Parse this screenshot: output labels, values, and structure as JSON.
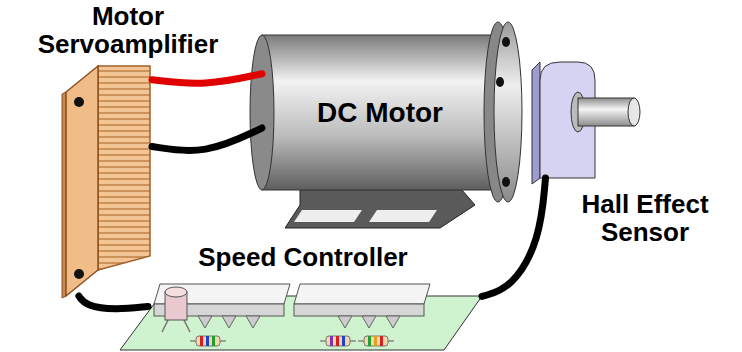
{
  "diagram": {
    "nodes": [
      {
        "text": [
          "Motor Servoamplifier"
        ]
      },
      {
        "text": [
          "DC Motor"
        ]
      },
      {
        "text": [
          "Hall Effect Sensor"
        ]
      },
      {
        "text": [
          "Speed Controller"
        ]
      }
    ],
    "edges": [
      {
        "from": 0,
        "to": 1,
        "arrow": "none"
      },
      {
        "from": 0,
        "to": 1,
        "arrow": "none"
      },
      {
        "from": 2,
        "to": 3,
        "arrow": "none"
      },
      {
        "from": 0,
        "to": 3,
        "arrow": "none"
      }
    ]
  }
}
